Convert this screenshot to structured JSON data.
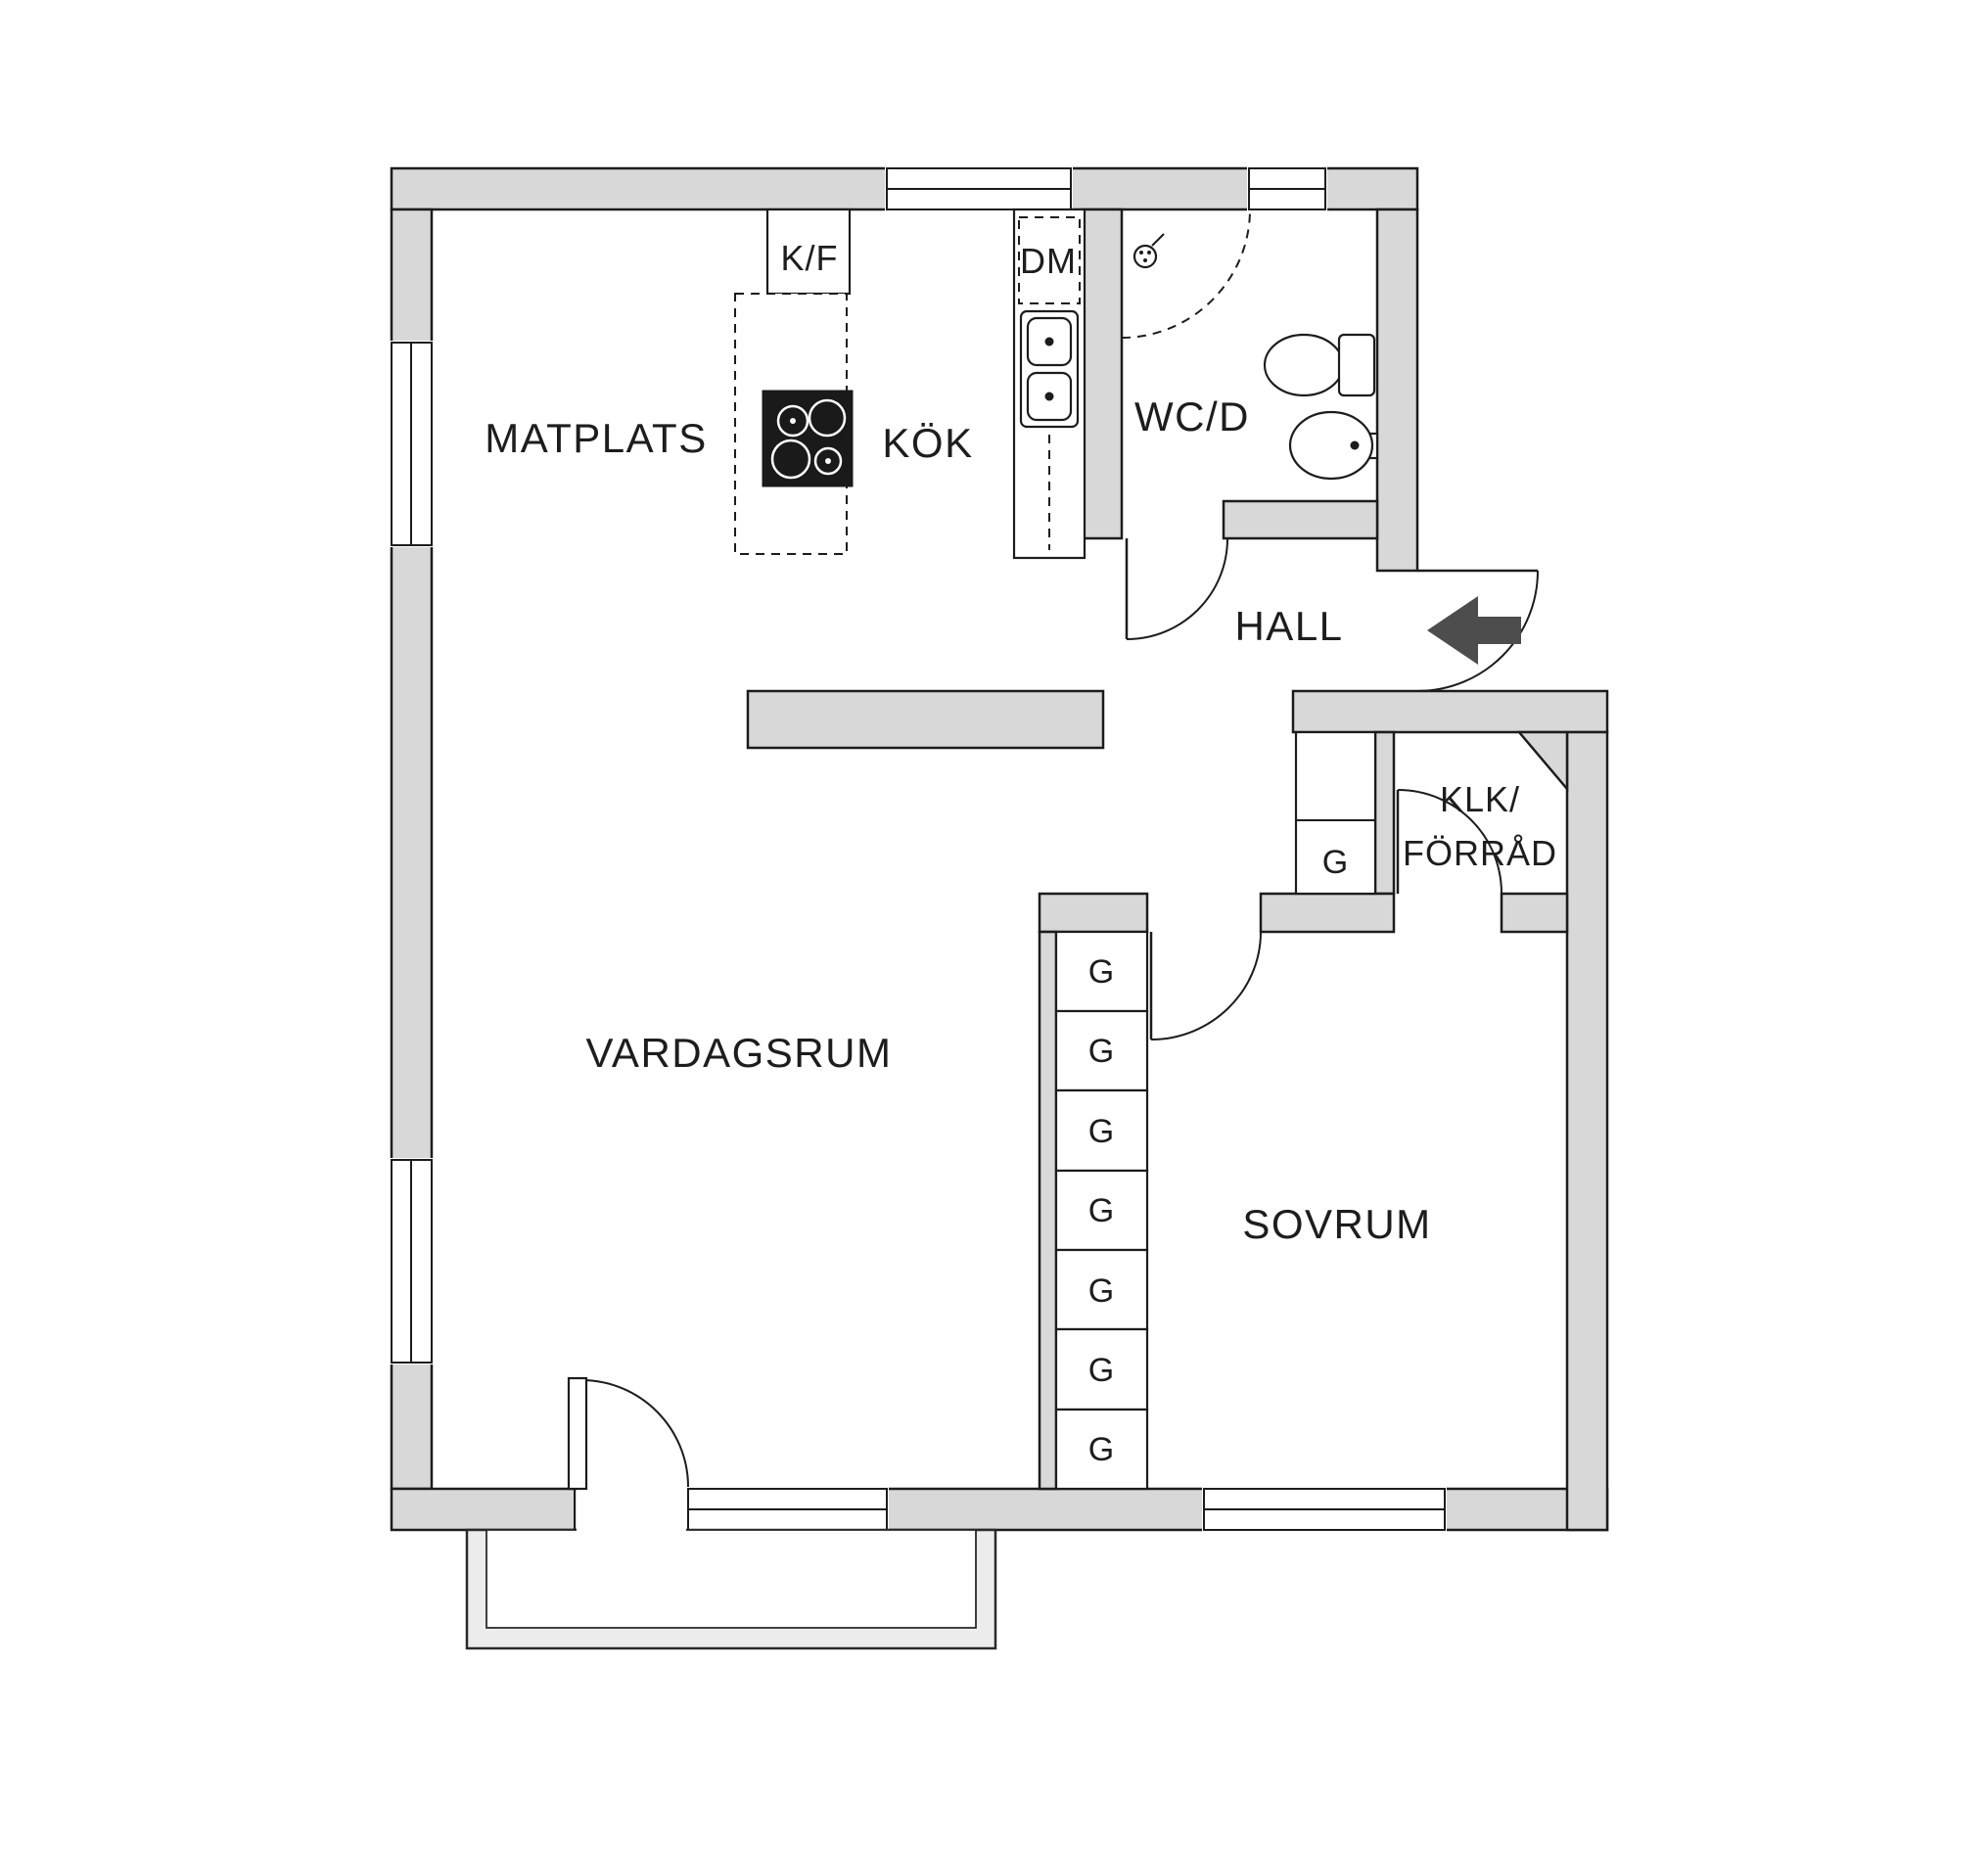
{
  "floorplan": {
    "rooms": {
      "matplats": {
        "label": "MATPLATS"
      },
      "kok": {
        "label": "KÖK"
      },
      "wcd": {
        "label": "WC/D"
      },
      "hall": {
        "label": "HALL"
      },
      "klk": {
        "label_line1": "KLK/",
        "label_line2": "FÖRRÅD"
      },
      "vardagsrum": {
        "label": "VARDAGSRUM"
      },
      "sovrum": {
        "label": "SOVRUM"
      }
    },
    "appliances": {
      "fridge_freezer": {
        "label": "K/F"
      },
      "dishwasher": {
        "label": "DM"
      }
    },
    "closets": {
      "hall_closet": {
        "label": "G"
      },
      "bedroom_wardrobes": [
        {
          "label": "G"
        },
        {
          "label": "G"
        },
        {
          "label": "G"
        },
        {
          "label": "G"
        },
        {
          "label": "G"
        },
        {
          "label": "G"
        },
        {
          "label": "G"
        }
      ]
    },
    "colors": {
      "wall_fill": "#d8d8d8",
      "outline": "#1c1c1c",
      "room_fill": "#ffffff",
      "entry_arrow": "#4d4d4d",
      "balcony_fill": "#ececec"
    }
  }
}
